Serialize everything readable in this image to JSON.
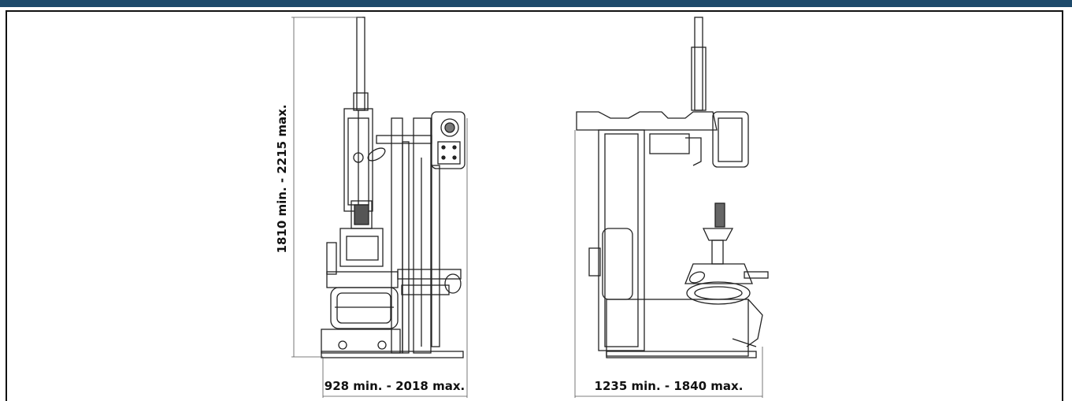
{
  "header_bar_color": "#1d4a6b",
  "dimensions": {
    "side_view_height": "1810 min. - 2215 max.",
    "side_view_width": "928 min. - 2018 max.",
    "front_view_width": "1235 min. - 1840 max."
  }
}
